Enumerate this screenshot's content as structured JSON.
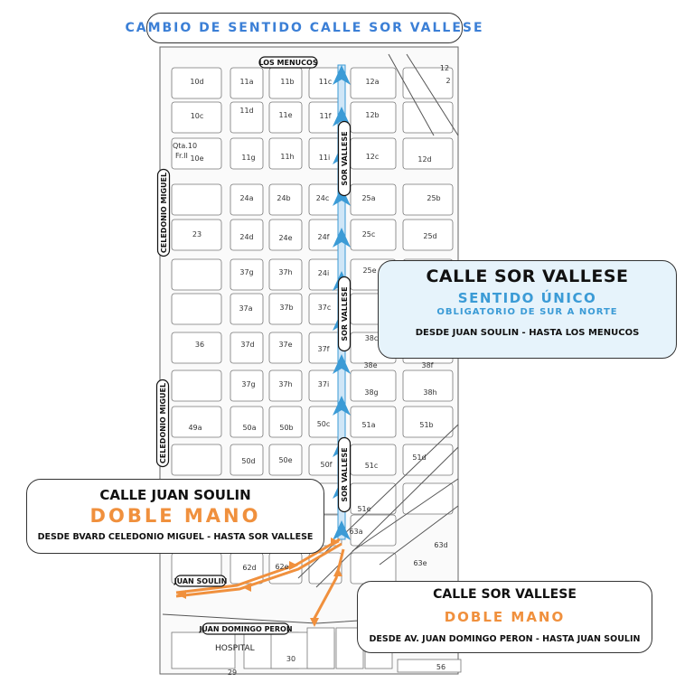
{
  "title": "CAMBIO DE SENTIDO CALLE SOR VALLESE",
  "colors": {
    "accent_blue": "#3b9bd6",
    "title_blue": "#3b7fd6",
    "orange": "#f0903d",
    "panel_bg": "#e6f3fb"
  },
  "callout_right": {
    "title": "CALLE SOR VALLESE",
    "subtitle": "SENTIDO ÚNICO",
    "subtitle2": "OBLIGATORIO DE SUR A NORTE",
    "detail": "DESDE JUAN SOULIN - HASTA LOS MENUCOS"
  },
  "callout_left": {
    "title": "CALLE JUAN SOULIN",
    "subtitle": "DOBLE MANO",
    "detail": "DESDE BVARD CELEDONIO MIGUEL - HASTA SOR VALLESE"
  },
  "callout_bottom": {
    "title": "CALLE SOR VALLESE",
    "subtitle": "DOBLE MANO",
    "detail": "DESDE AV. JUAN DOMINGO PERON - HASTA JUAN SOULIN"
  },
  "street_labels": {
    "los_menucos": "LOS MENUCOS",
    "sor_vallese": "SOR VALLESE",
    "celedonio_miguel": "CELEDONIO MIGUEL",
    "juan_soulin": "JUAN SOULIN",
    "juan_domingo_peron": "JUAN DOMINGO PERON",
    "hospital": "HOSPITAL"
  },
  "block_labels": [
    "10d",
    "11a",
    "11b",
    "11c",
    "12a",
    "10c",
    "11d",
    "11e",
    "11f",
    "12b",
    "10e",
    "11g",
    "11h",
    "11i",
    "12c",
    "12d",
    "24a",
    "24b",
    "24c",
    "25a",
    "25b",
    "23",
    "24d",
    "24e",
    "24f",
    "25c",
    "25d",
    "37g",
    "37h",
    "24i",
    "25e",
    "37a",
    "37b",
    "37c",
    "36",
    "37d",
    "37e",
    "37f",
    "38c",
    "38e",
    "38f",
    "37g",
    "37h",
    "37i",
    "38g",
    "38h",
    "49a",
    "50a",
    "50b",
    "50c",
    "51a",
    "51b",
    "50d",
    "50e",
    "50f",
    "51c",
    "51d",
    "51e",
    "63a",
    "62d",
    "62e",
    "63d",
    "63e",
    "30",
    "29",
    "56",
    "12",
    "2"
  ],
  "qta_label_1": "Qta.10",
  "qta_label_2": "Fr.II"
}
